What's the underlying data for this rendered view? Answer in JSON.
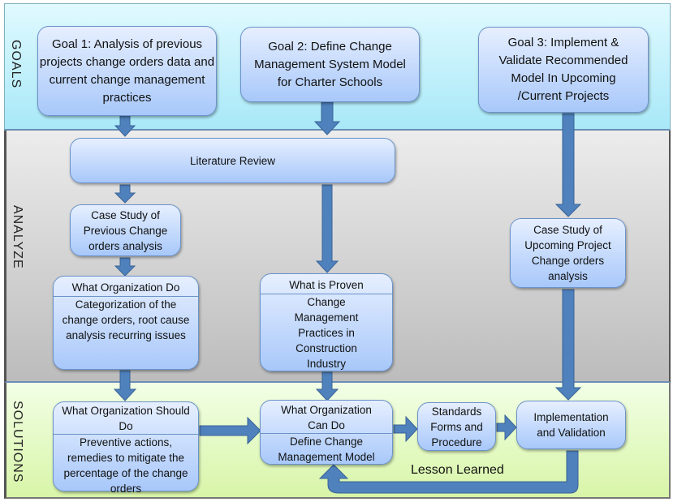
{
  "bands": {
    "goals": "GOALS",
    "analyze": "ANALYZE",
    "solutions": "SOLUTIONS"
  },
  "boxes": {
    "goal1": "Goal 1: Analysis of previous projects change orders data and current change management practices",
    "goal2": "Goal 2: Define Change Management System Model for Charter Schools",
    "goal3": "Goal 3: Implement & Validate Recommended Model In Upcoming /Current Projects",
    "literature_review": "Literature Review",
    "case_study_previous": "Case Study of Previous Change orders analysis",
    "case_study_upcoming": "Case Study of Upcoming Project Change orders analysis",
    "what_org_do": {
      "head": "What Organization Do",
      "body": "Categorization of the change orders, root cause analysis recurring issues"
    },
    "what_is_proven": {
      "head": "What is Proven",
      "body": "Change Management Practices in Construction Industry"
    },
    "what_org_should_do": {
      "head": "What Organization Should Do",
      "body": "Preventive actions, remedies to mitigate the percentage of the change orders"
    },
    "what_org_can_do": {
      "head": "What Organization Can Do",
      "body": "Define Change Management Model"
    },
    "standards": "Standards Forms and Procedure",
    "implementation": "Implementation and Validation"
  },
  "feedback_label": "Lesson Learned",
  "colors": {
    "arrow": "#4f81bd",
    "arrow_border": "#3a6496"
  }
}
